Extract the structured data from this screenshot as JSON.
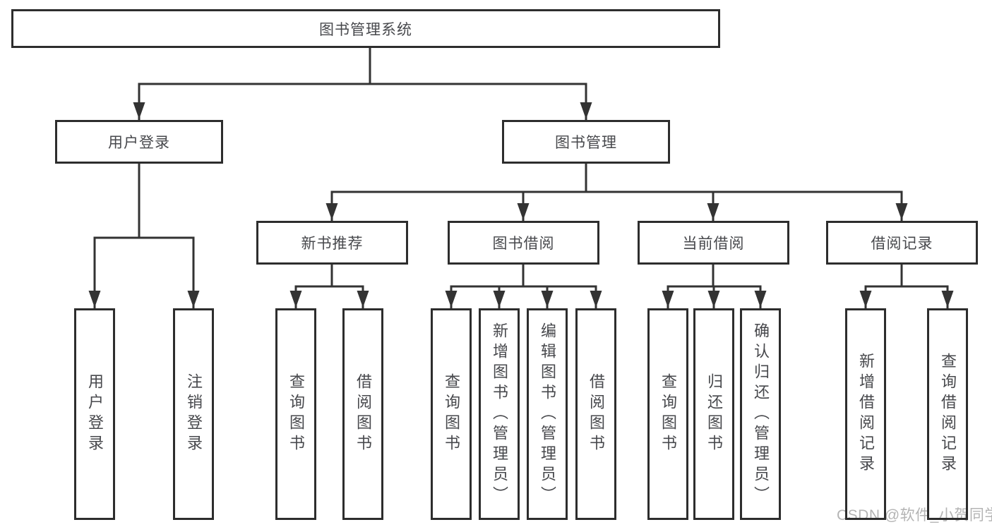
{
  "tree": {
    "label": "图书管理系统",
    "children": [
      {
        "label": "用户登录",
        "children": [
          {
            "label": "用户登录"
          },
          {
            "label": "注销登录"
          }
        ]
      },
      {
        "label": "图书管理",
        "children": [
          {
            "label": "新书推荐",
            "children": [
              {
                "label": "查询图书"
              },
              {
                "label": "借阅图书"
              }
            ]
          },
          {
            "label": "图书借阅",
            "children": [
              {
                "label": "查询图书"
              },
              {
                "label": "新增图书（管理员）"
              },
              {
                "label": "编辑图书（管理员）"
              },
              {
                "label": "借阅图书"
              }
            ]
          },
          {
            "label": "当前借阅",
            "children": [
              {
                "label": "查询图书"
              },
              {
                "label": "归还图书"
              },
              {
                "label": "确认归还（管理员）"
              }
            ]
          },
          {
            "label": "借阅记录",
            "children": [
              {
                "label": "新增借阅记录"
              },
              {
                "label": "查询借阅记录"
              }
            ]
          }
        ]
      }
    ]
  },
  "watermark": {
    "text": "CSDN @软件_小贺同学"
  },
  "colors": {
    "box_border": "#2d2d2d",
    "connector_line": "#333333",
    "label_text": "#47484c",
    "watermark_text": "#b4b4b4",
    "background": "#ffffff"
  }
}
